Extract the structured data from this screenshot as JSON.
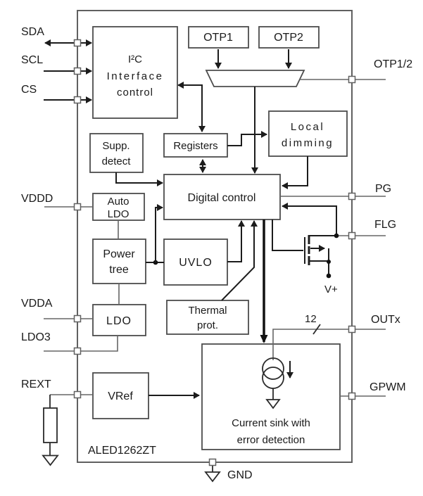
{
  "chip": {
    "part_number": "ALED1262ZT"
  },
  "blocks": {
    "i2c": {
      "l1": "I²C",
      "l2": "Interface",
      "l3": "control"
    },
    "otp1": {
      "label": "OTP1"
    },
    "otp2": {
      "label": "OTP2"
    },
    "registers": {
      "label": "Registers"
    },
    "local_dimming": {
      "l1": "Local",
      "l2": "dimming"
    },
    "supp_detect": {
      "l1": "Supp.",
      "l2": "detect"
    },
    "auto_ldo": {
      "l1": "Auto",
      "l2": "LDO"
    },
    "power_tree": {
      "l1": "Power",
      "l2": "tree"
    },
    "digital_control": {
      "label": "Digital control"
    },
    "uvlo": {
      "label": "UVLO"
    },
    "thermal_prot": {
      "l1": "Thermal",
      "l2": "prot."
    },
    "ldo": {
      "label": "LDO"
    },
    "vref": {
      "label": "VRef"
    },
    "current_sink": {
      "l1": "Current sink with",
      "l2": "error detection"
    }
  },
  "pins": {
    "sda": "SDA",
    "scl": "SCL",
    "cs": "CS",
    "vddd": "VDDD",
    "vdda": "VDDA",
    "ldo3": "LDO3",
    "rext": "REXT",
    "otp12": "OTP1/2",
    "pg": "PG",
    "flg": "FLG",
    "outx": "OUTx",
    "gpwm": "GPWM",
    "gnd": "GND"
  },
  "annotations": {
    "vplus": "V+",
    "bus_width": "12"
  },
  "colors": {
    "wire": "#1c1c1c",
    "frame": "#606060",
    "background": "#ffffff"
  }
}
